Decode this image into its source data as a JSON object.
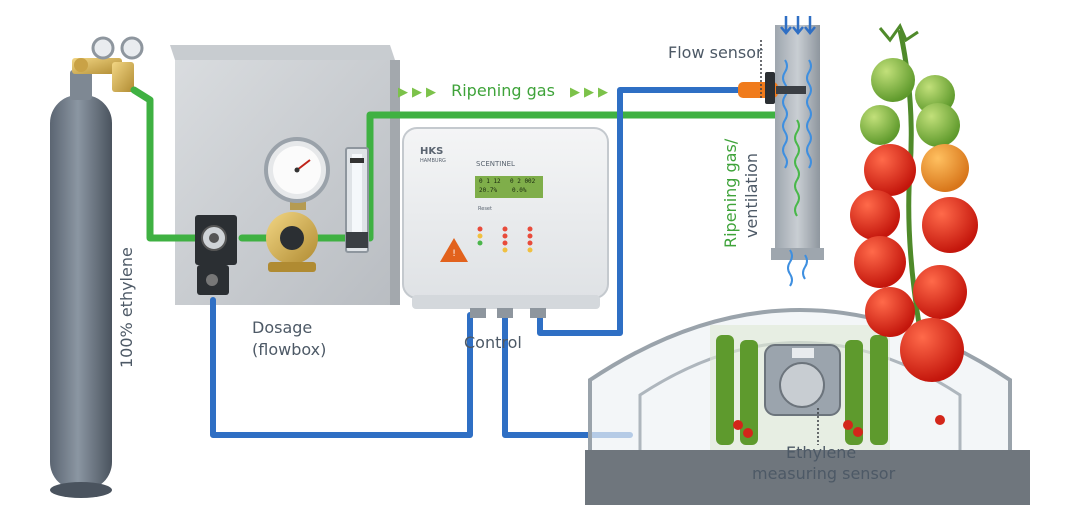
{
  "labels": {
    "flow_sensor": "Flow sensor",
    "ripening_gas": "Ripening gas",
    "ripening_gas_vertical": "Ripening gas/",
    "ventilation": "ventilation",
    "ethylene_100": "100% ethylene",
    "dosage": "Dosage",
    "flowbox": "(flowbox)",
    "control": "Control",
    "ethylene": "Ethylene",
    "measuring_sensor": "measuring sensor"
  },
  "controller": {
    "brand": "HKS",
    "brand_sub": "HAMBURG",
    "model": "SCENTINEL",
    "display_line1_left": "0 1 12",
    "display_line1_right": "0 2 002",
    "display_line2_left": "20.7%",
    "display_line2_right": "0.0%",
    "reset_label": "Reset"
  },
  "colors": {
    "gas_pipe": "#3fb142",
    "signal_cable": "#2f6fc4",
    "label_text": "#4d5966",
    "green_text": "#3fa33a"
  }
}
